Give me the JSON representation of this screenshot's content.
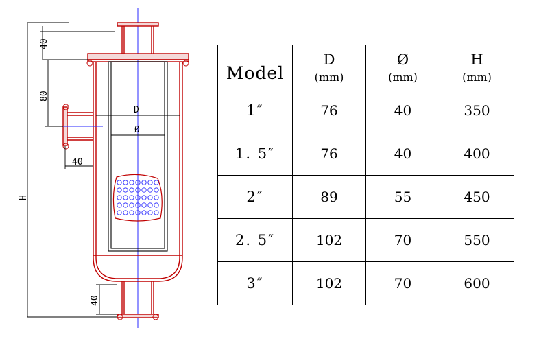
{
  "drawing": {
    "dimensions": {
      "top_flange": "40",
      "upper_offset": "80",
      "inlet_length": "40",
      "bottom_flange": "40",
      "overall_height": "H",
      "outer_diameter": "D",
      "inner_diameter": "Ø"
    }
  },
  "table": {
    "headers": [
      {
        "label": "Model"
      },
      {
        "symbol": "D",
        "unit": "(mm)"
      },
      {
        "symbol": "Ø",
        "unit": "(mm)"
      },
      {
        "symbol": "H",
        "unit": "(mm)"
      }
    ],
    "rows": [
      [
        "1″",
        "76",
        "40",
        "350"
      ],
      [
        "1. 5″",
        "76",
        "40",
        "400"
      ],
      [
        "2″",
        "89",
        "55",
        "450"
      ],
      [
        "2. 5″",
        "102",
        "70",
        "550"
      ],
      [
        "3″",
        "102",
        "70",
        "600"
      ]
    ]
  },
  "colors": {
    "outline": "#c00000",
    "centerline": "#2a2aff",
    "dimension": "#000000"
  }
}
